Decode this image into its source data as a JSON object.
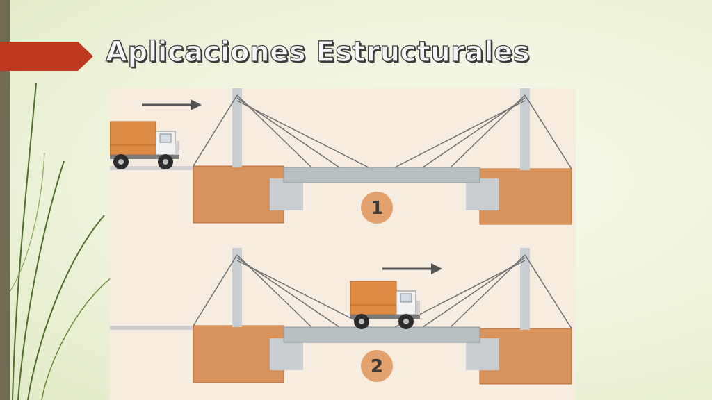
{
  "slide": {
    "title": "Aplicaciones Estructurales"
  },
  "figure": {
    "stages": [
      {
        "number": "1"
      },
      {
        "number": "2"
      }
    ]
  },
  "colors": {
    "sidebar": "#726a53",
    "accent_arrow": "#c0391f",
    "abutment": "#d9935c",
    "deck": "#b7bfc3",
    "truck_cargo": "#e08b44",
    "number_badge": "#e3a26d"
  },
  "icons": {
    "title_marker": "red-arrow-icon",
    "direction": "right-arrow-icon",
    "vehicle": "truck-icon"
  }
}
